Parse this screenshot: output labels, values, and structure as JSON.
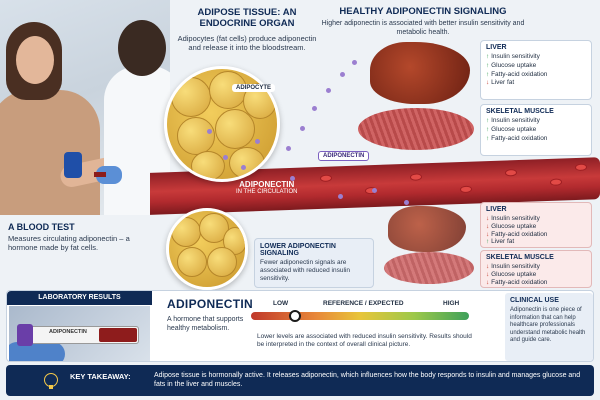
{
  "blood_test": {
    "title": "A BLOOD TEST",
    "text": "Measures circulating adiponectin – a hormone made by fat cells."
  },
  "adipose": {
    "title": "ADIPOSE TISSUE: AN ENDOCRINE ORGAN",
    "text": "Adipocytes (fat cells) produce adiponectin and release it into the bloodstream.",
    "adipocyte_label": "ADIPOCYTE",
    "adiponectin_label": "ADIPONECTIN"
  },
  "circulation": {
    "title": "ADIPONECTIN",
    "subtitle": "IN THE CIRCULATION"
  },
  "healthy": {
    "title": "HEALTHY ADIPONECTIN SIGNALING",
    "text": "Higher adiponectin is associated with better insulin sensitivity and metabolic health.",
    "liver": {
      "title": "LIVER",
      "rows": [
        {
          "dir": "up",
          "text": "Insulin sensitivity"
        },
        {
          "dir": "up",
          "text": "Glucose uptake"
        },
        {
          "dir": "up",
          "text": "Fatty-acid oxidation"
        },
        {
          "dir": "down",
          "text": "Liver fat"
        }
      ]
    },
    "muscle": {
      "title": "SKELETAL MUSCLE",
      "rows": [
        {
          "dir": "up",
          "text": "Insulin sensitivity"
        },
        {
          "dir": "up",
          "text": "Glucose uptake"
        },
        {
          "dir": "up",
          "text": "Fatty-acid oxidation"
        }
      ]
    }
  },
  "lower": {
    "title": "LOWER ADIPONECTIN SIGNALING",
    "text": "Fewer adiponectin signals are associated with reduced insulin sensitivity.",
    "liver": {
      "title": "LIVER",
      "rows": [
        {
          "dir": "down",
          "text": "Insulin sensitivity"
        },
        {
          "dir": "down",
          "text": "Glucose uptake"
        },
        {
          "dir": "down",
          "text": "Fatty-acid oxidation"
        },
        {
          "dir": "up",
          "text": "Liver fat"
        }
      ]
    },
    "muscle": {
      "title": "SKELETAL MUSCLE",
      "rows": [
        {
          "dir": "down",
          "text": "Insulin sensitivity"
        },
        {
          "dir": "down",
          "text": "Glucose uptake"
        },
        {
          "dir": "down",
          "text": "Fatty-acid oxidation"
        }
      ]
    }
  },
  "lab": {
    "title": "LABORATORY RESULTS",
    "tube_label": "ADIPONECTIN",
    "name": "ADIPONECTIN",
    "desc": "A hormone that supports healthy metabolism.",
    "scale_low": "LOW",
    "scale_mid": "REFERENCE / EXPECTED",
    "scale_high": "HIGH",
    "marker_position": 0.2,
    "note": "Lower levels are associated with reduced insulin sensitivity. Results should be interpreted in the context of overall clinical picture."
  },
  "clinical": {
    "title": "CLINICAL USE",
    "text": "Adiponectin is one piece of information that can help healthcare professionals understand metabolic health and guide care."
  },
  "takeaway": {
    "label": "KEY TAKEAWAY:",
    "text": "Adipose tissue is hormonally active. It releases adiponectin, which influences how the body responds to insulin and manages glucose and fats in the liver and muscles."
  }
}
